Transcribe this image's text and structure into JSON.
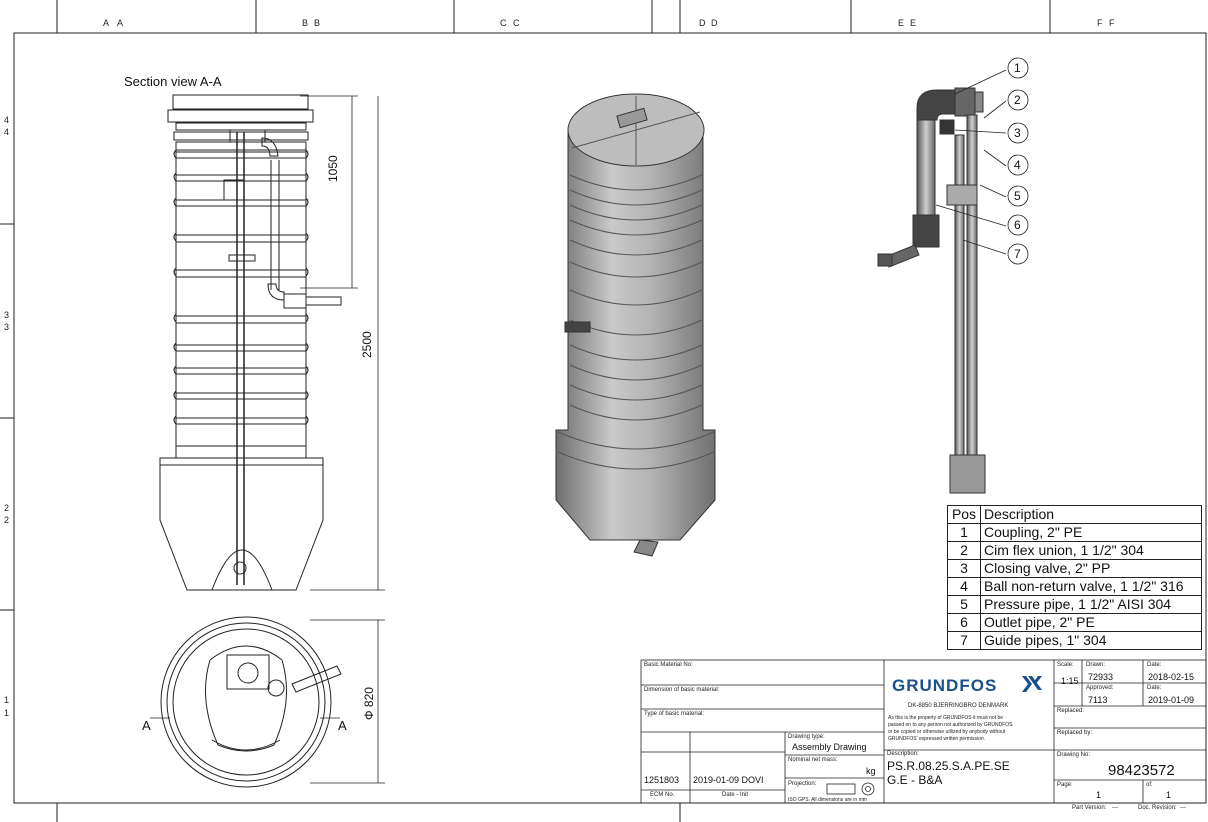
{
  "frame": {
    "zone_letters": [
      "A",
      "A",
      "B",
      "B",
      "C",
      "C",
      "D",
      "D",
      "E",
      "E",
      "F",
      "F"
    ],
    "zone_numbers": [
      "4",
      "4",
      "3",
      "3",
      "2",
      "2",
      "1",
      "1"
    ]
  },
  "section": {
    "title": "Section view A-A",
    "dim_1050": "1050",
    "dim_2500": "2500",
    "dim_820": "Φ 820",
    "marker_a": "A"
  },
  "callouts": [
    "1",
    "2",
    "3",
    "4",
    "5",
    "6",
    "7"
  ],
  "parts": {
    "header_pos": "Pos",
    "header_desc": "Description",
    "rows": [
      {
        "pos": "1",
        "desc": "Coupling, 2\" PE"
      },
      {
        "pos": "2",
        "desc": "Cim flex union, 1 1/2\" 304"
      },
      {
        "pos": "3",
        "desc": "Closing valve, 2\" PP"
      },
      {
        "pos": "4",
        "desc": "Ball non-return valve, 1 1/2\" 316"
      },
      {
        "pos": "5",
        "desc": "Pressure pipe, 1 1/2\" AISI 304"
      },
      {
        "pos": "6",
        "desc": "Outlet pipe, 2\" PE"
      },
      {
        "pos": "7",
        "desc": "Guide pipes, 1\" 304"
      }
    ]
  },
  "titleblock": {
    "basic_material_label": "Basic Material No:",
    "dimension_label": "Dimension of basic material:",
    "type_label": "Type of basic material:",
    "drawing_type_label": "Drawing type:",
    "drawing_type": "Assembly Drawing",
    "nominal_mass_label": "Nominal net mass:",
    "mass_unit": "kg",
    "projection_label": "Projection:",
    "iso_note": "ISO GPS. All dimensions are in mm",
    "ecm_no": "1251803",
    "ecm_date": "2019-01-09 DOVI",
    "ecm_label": "ECM No.",
    "date_init_label": "Date - Init",
    "company": "GRUNDFOS",
    "address": "DK-8850 BJERRINGBRO DENMARK",
    "legal": [
      "As this is the property of GRUNDFOS it must not be",
      "passed on to any person not authorized by GRUNDFOS",
      "or be copied or otherwise utilized by anybody without",
      "GRUNDFOS' expressed written permission."
    ],
    "description_label": "Description:",
    "description_1": "PS.R.08.25.S.A.PE.SE",
    "description_2": "G.E - B&A",
    "scale_label": "Scale:",
    "scale": "1:15",
    "drawn_label": "Drawn:",
    "drawn": "72933",
    "approved_label": "Approved:",
    "approved": "7113",
    "date_label": "Date:",
    "date_drawn": "2018-02-15",
    "date_approved": "2019-01-09",
    "replaced_label": "Replaced:",
    "replaced_by_label": "Replaced by:",
    "drawing_no_label": "Drawing No:",
    "drawing_no": "98423572",
    "page_label": "Page:",
    "page": "1",
    "of_label": "of:",
    "of": "1",
    "part_version_label": "Part Version:",
    "part_version": "---",
    "doc_revision_label": "Doc. Revision:",
    "doc_revision": "---"
  }
}
